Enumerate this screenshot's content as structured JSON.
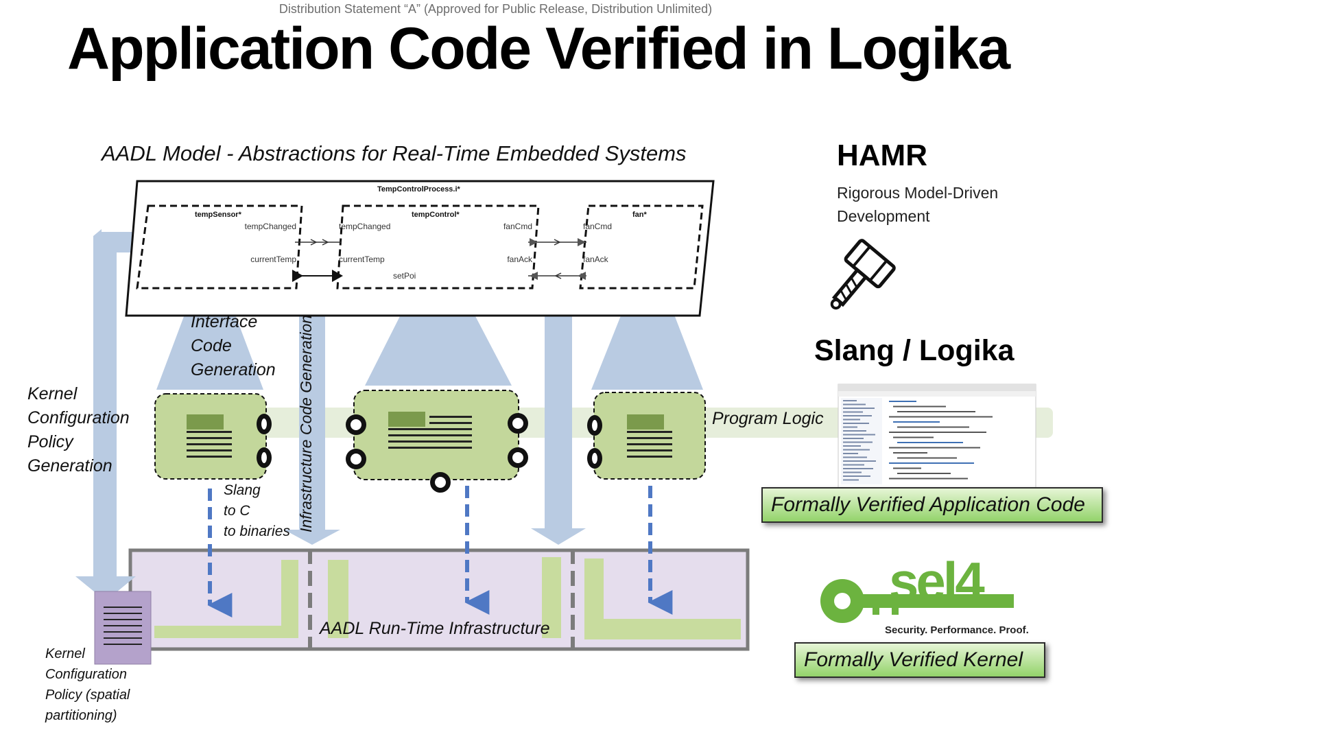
{
  "distribution": "Distribution Statement “A” (Approved for Public Release, Distribution Unlimited)",
  "title": "Application Code Verified in Logika",
  "aadl_model_heading": "AADL Model - Abstractions for Real-Time Embedded Systems",
  "aadl": {
    "process_label": "TempControlProcess.i*",
    "components": {
      "tempSensor": "tempSensor*",
      "tempControl": "tempControl*",
      "fan": "fan*"
    },
    "ports": {
      "sensor_tempChanged": "tempChanged",
      "sensor_currentTemp": "currentTemp",
      "control_tempChanged": "tempChanged",
      "control_currentTemp": "currentTemp",
      "control_setPoint": "setPoi",
      "control_fanCmd": "fanCmd",
      "control_fanAck": "fanAck",
      "fan_fanCmd": "fanCmd",
      "fan_fanAck": "fanAck"
    }
  },
  "labels": {
    "interface_code_generation": [
      "Interface",
      "Code",
      "Generation"
    ],
    "infrastructure_code_generation": "Infrastructure Code Generation",
    "kernel_config_generation": [
      "Kernel",
      "Configuration",
      "Policy",
      "Generation"
    ],
    "slang_to_c": [
      "Slang",
      "to C",
      "to binaries"
    ],
    "program_logic": "Program Logic",
    "runtime_infrastructure": "AADL Run-Time Infrastructure",
    "kernel_policy": [
      "Kernel",
      "Configuration",
      "Policy (spatial",
      "partitioning)"
    ]
  },
  "hamr": {
    "title": "HAMR",
    "subtitle_lines": [
      "Rigorous Model-Driven",
      "Development"
    ],
    "icon": "hammer-icon"
  },
  "slang": {
    "title": "Slang / Logika",
    "screenshot_icon": "ide-screenshot"
  },
  "boxes": {
    "app_code": "Formally Verified Application Code",
    "kernel": "Formally Verified Kernel"
  },
  "sel4": {
    "logo_text": "sel4",
    "tagline": "Security. Performance. Proof."
  },
  "colors": {
    "arrow_blue": "#b9cbe2",
    "dashed_blue": "#4f78c4",
    "component_green": "#c3d79b",
    "runtime_lavender": "#e5dded",
    "runtime_green": "#c8dc9e",
    "policy_purple": "#b4a2cb",
    "sel4_green": "#6cb33f"
  }
}
